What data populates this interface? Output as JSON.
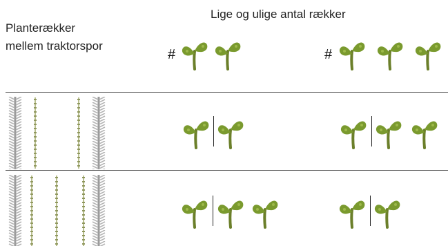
{
  "header": {
    "left_title_line1": "Planterækker",
    "left_title_line2": "mellem traktorspor",
    "center_title": "Lige og ulige antal rækker"
  },
  "columns": [
    {
      "symbol": "#",
      "sprout_count": 2
    },
    {
      "symbol": "#",
      "sprout_count": 3
    }
  ],
  "rows": [
    {
      "row_lines_between_tracks": 2,
      "cells": [
        {
          "left_sprouts": 1,
          "right_sprouts": 1
        },
        {
          "left_sprouts": 1,
          "right_sprouts": 2
        }
      ]
    },
    {
      "row_lines_between_tracks": 3,
      "cells": [
        {
          "left_sprouts": 1,
          "right_sprouts": 2
        },
        {
          "left_sprouts": 1,
          "right_sprouts": 1
        }
      ]
    }
  ],
  "colors": {
    "sprout_leaf": "#7a9a2e",
    "sprout_stem": "#6b7f2a",
    "track": "#a7a7a7",
    "row_line": "#a9b07a"
  },
  "icons": [
    "sprout-icon",
    "tractor-track-icon"
  ]
}
